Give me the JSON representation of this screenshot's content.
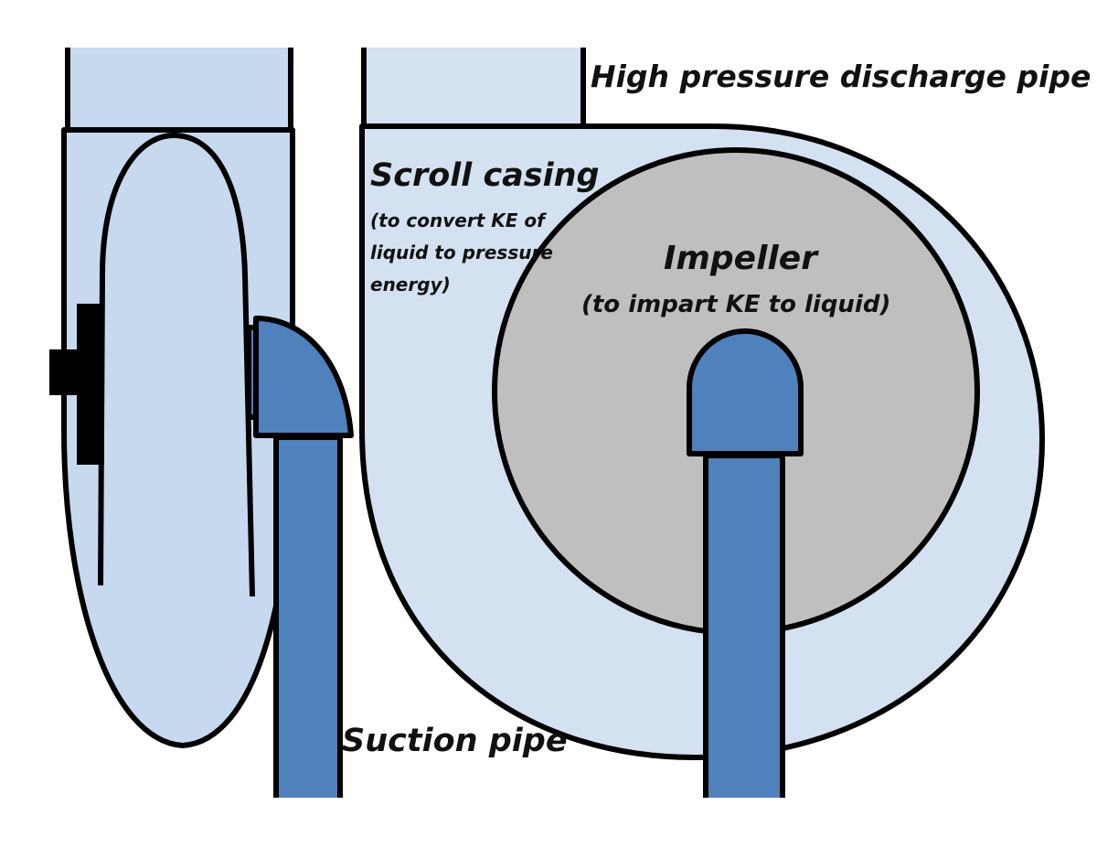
{
  "labels": {
    "discharge": "High pressure discharge pipe",
    "scroll_casing": "Scroll casing",
    "scroll_casing_note": "(to convert KE of liquid to pressure energy)",
    "impeller": "Impeller",
    "impeller_note": "(to impart KE to liquid)",
    "suction": "Suction pipe"
  },
  "colors": {
    "casing_fill": "#d4e1f0",
    "casing_side_fill": "#c7d9ef",
    "impeller_fill": "#bfbfbf",
    "pipe_fill": "#4f81bd",
    "outline": "#000000"
  }
}
